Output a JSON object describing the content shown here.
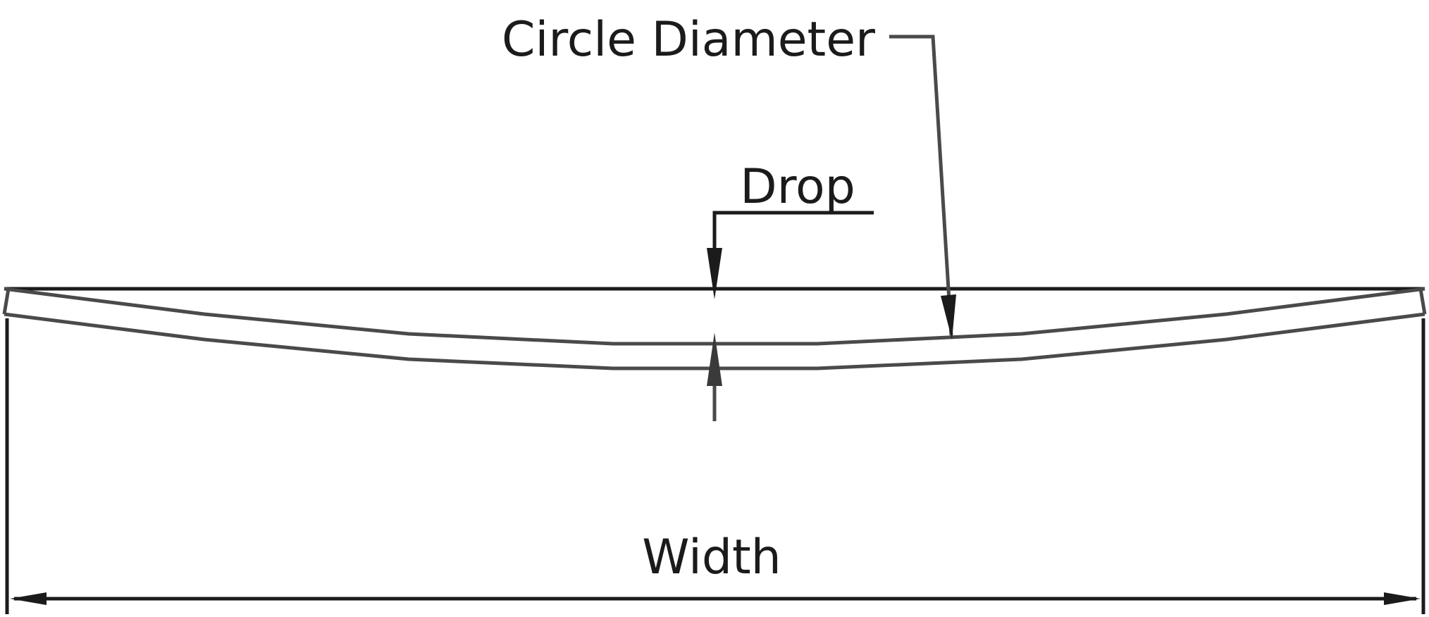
{
  "labels": {
    "circle_diameter": "Circle Diameter",
    "drop": "Drop",
    "width": "Width"
  },
  "colors": {
    "line_dark": "#1b1b1b",
    "line_mid": "#4a4a4a",
    "background": "#ffffff"
  }
}
